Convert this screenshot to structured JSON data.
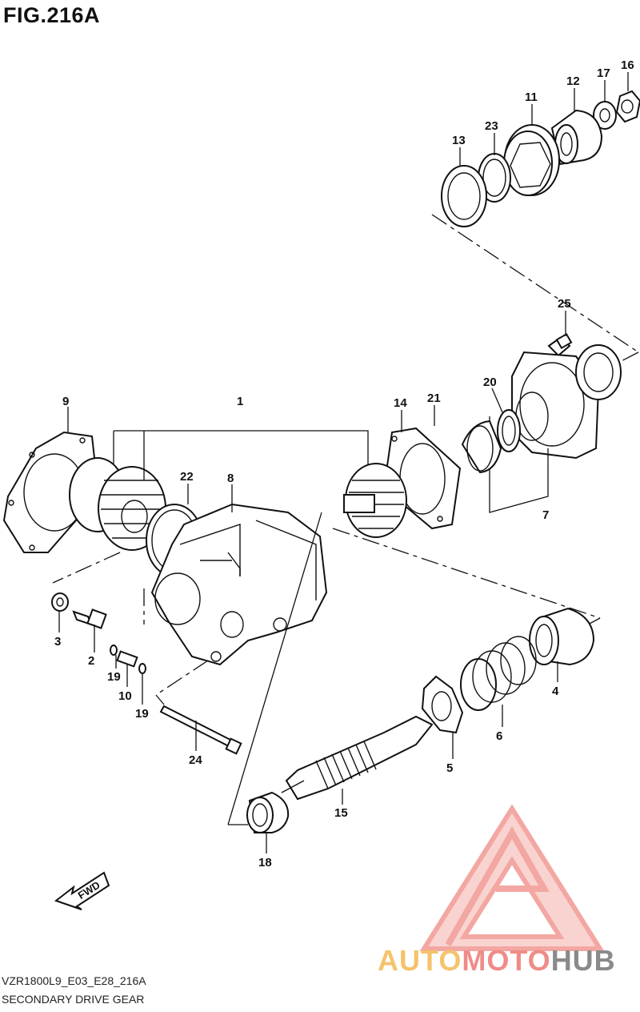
{
  "figure": {
    "title": "FIG.216A",
    "model_code": "VZR1800L9_E03_E28_216A",
    "name": "SECONDARY DRIVE GEAR"
  },
  "callouts": [
    "1",
    "2",
    "3",
    "4",
    "5",
    "6",
    "7",
    "8",
    "9",
    "10",
    "11",
    "12",
    "13",
    "14",
    "15",
    "16",
    "17",
    "18",
    "19",
    "19",
    "20",
    "21",
    "22",
    "23",
    "24",
    "25"
  ],
  "fwd_label": "FWD",
  "watermark": {
    "text_part1": "AUTO",
    "text_part2": "MOTO",
    "text_part3": "HUB",
    "color_part1": "#f5c36b",
    "color_part2": "#ef8c87",
    "color_part3": "#8a8a8a",
    "logo_color": "#f08a84"
  },
  "colors": {
    "line": "#111111",
    "background": "#ffffff"
  }
}
